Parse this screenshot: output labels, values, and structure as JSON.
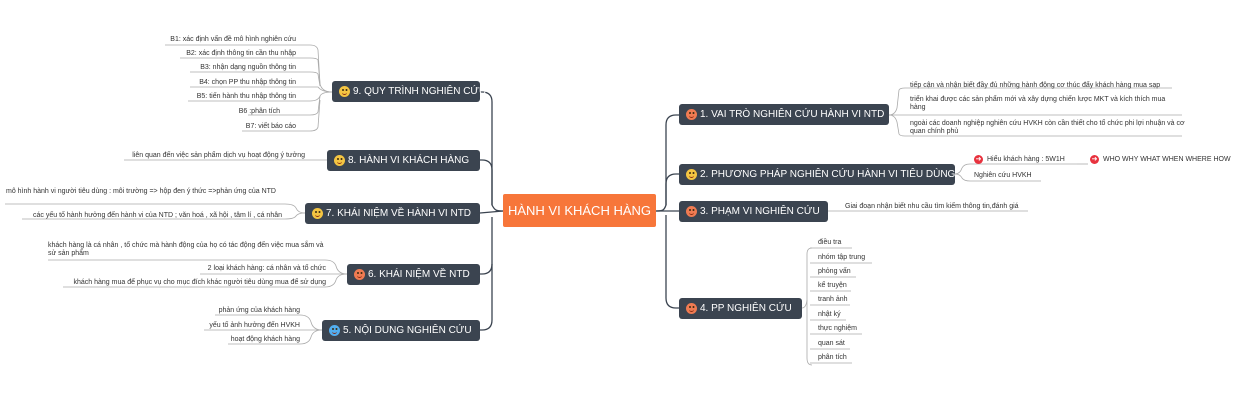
{
  "central": "HÀNH VI KHÁCH HÀNG",
  "branches": {
    "b1": {
      "label": "1. VAI TRÒ NGHIÊN CỨU HÀNH VI NTD",
      "items": [
        "tiếp cận và nhận biết đầy đủ những hành động cơ thúc đẩy khách hàng mua sạp",
        "triển khai được các sản phẩm mới và xây dựng chiến lược MKT và kích thích mua hàng",
        "ngoài các doanh nghiệp nghiên cứu HVKH còn cần thiết cho tổ chức phi lợi nhuận và cơ quan chính phủ"
      ]
    },
    "b2": {
      "label": "2. PHƯƠNG PHÁP NGHIÊN CỨU HÀNH VI TIÊU DÙNG",
      "items": [
        "Hiểu khách hàng : 5W1H",
        "Nghiên cứu HVKH"
      ],
      "sub": "WHO WHY WHAT WHEN WHERE HOW"
    },
    "b3": {
      "label": "3. PHẠM VI NGHIÊN CỨU",
      "items": [
        "Giai đoạn nhận biết nhu cầu tìm kiếm thông tin,đánh giá"
      ]
    },
    "b4": {
      "label": "4. PP NGHIÊN CỨU",
      "items": [
        "điều tra",
        "nhóm tập trung",
        "phỏng vấn",
        "kể truyện",
        "tranh ảnh",
        "nhật ký",
        "thực nghiệm",
        "quan sát",
        "phân tích"
      ]
    },
    "b5": {
      "label": "5. NỘI DUNG NGHIÊN CỨU",
      "items": [
        "phản ứng của khách hàng",
        "yếu tố ảnh hưởng đến HVKH",
        "hoạt động khách hàng"
      ]
    },
    "b6": {
      "label": "6. KHÁI NIỆM VỀ NTD",
      "items": [
        "khách hàng là cá nhân , tổ chức mà hành động của họ có tác động đến việc mua sắm và sử sản phẩm",
        "2 loại khách hàng: cá nhân và tổ chức",
        "khách hàng mua để phục vụ cho mục đích khác người tiêu dùng mua để sử dụng"
      ]
    },
    "b7": {
      "label": "7. KHÁI NIỆM VỀ HÀNH VI NTD",
      "items": [
        "mô hình hành vi người tiêu dùng : môi trường => hộp đen ý thức =>phản ứng của NTD",
        "các yếu tố hành hưởng đến hành vi của NTD ; văn hoá , xã hội , tâm lí , cá nhân"
      ]
    },
    "b8": {
      "label": "8. HÀNH VI KHÁCH HÀNG",
      "items": [
        "liên quan đến việc sản phẩm dịch vụ hoạt động ý tưởng"
      ]
    },
    "b9": {
      "label": "9. QUY TRÌNH NGHIÊN CỨU",
      "items": [
        "B1: xác định vấn đề mô hình nghiên cứu",
        "B2: xác định thông tin cần thu nhập",
        "B3: nhận dạng nguồn thông tin",
        "B4: chọn PP thu nhập thông tin",
        "B5: tiến hành thu nhập thông tin",
        "B6 :phân tích",
        "B7: viết báo cáo"
      ]
    }
  },
  "colors": {
    "central": "#f7763a",
    "branch": "#3b4450",
    "line": "#3b4450",
    "leafline": "#aaaaaa",
    "arrow": "#e8323e"
  },
  "icons": {
    "emoji": "smiley-face-icon",
    "arrow": "right-arrow-circle-icon"
  }
}
